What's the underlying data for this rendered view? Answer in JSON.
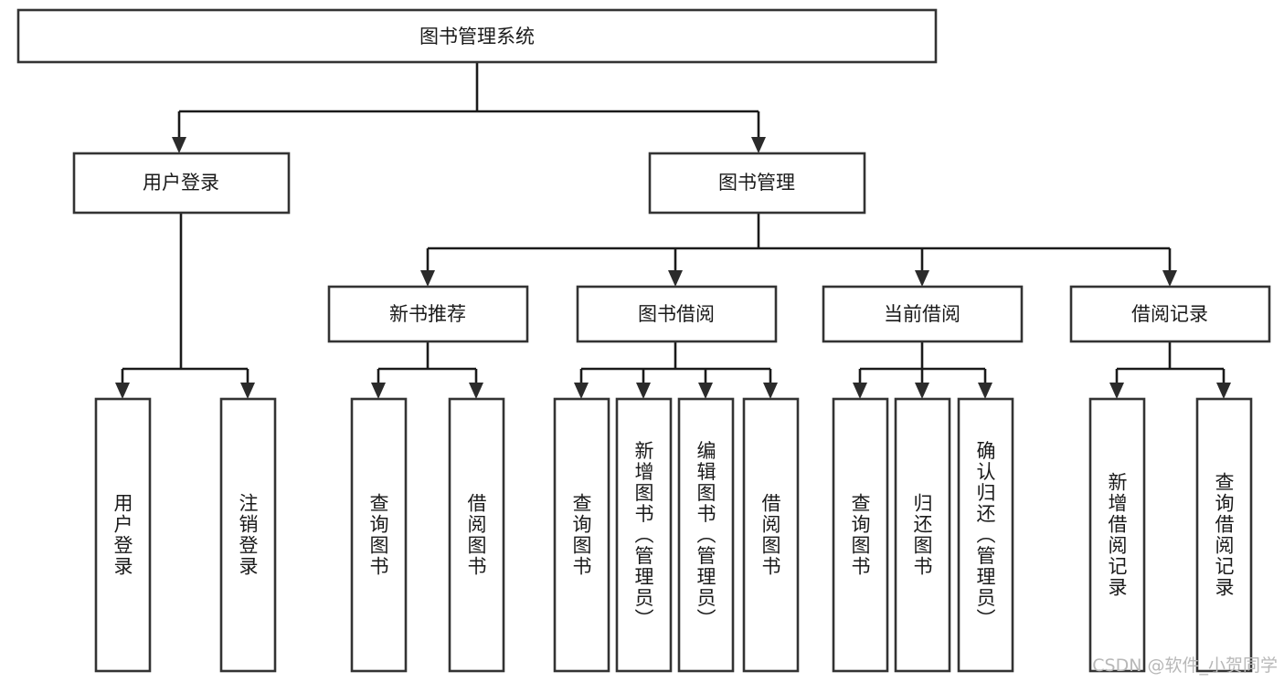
{
  "diagram": {
    "type": "tree-hierarchy-chart",
    "title": "图书管理系统",
    "orientation": "top-down",
    "colors": {
      "box_border": "#333333",
      "box_fill": "#ffffff",
      "connector": "#1a1a1a",
      "text": "#1a1a1a",
      "watermark": "#b8b8b8",
      "background": "#ffffff"
    },
    "root": {
      "label": "图书管理系统"
    },
    "level2": [
      {
        "id": "user-login",
        "label": "用户登录"
      },
      {
        "id": "book-management",
        "label": "图书管理"
      }
    ],
    "level3": [
      {
        "id": "new-book-recommend",
        "label": "新书推荐",
        "parent": "book-management"
      },
      {
        "id": "book-borrow",
        "label": "图书借阅",
        "parent": "book-management"
      },
      {
        "id": "current-borrow",
        "label": "当前借阅",
        "parent": "book-management"
      },
      {
        "id": "borrow-record",
        "label": "借阅记录",
        "parent": "book-management"
      }
    ],
    "leaves": {
      "user-login": [
        {
          "id": "leaf-user-login",
          "label": "用户登录"
        },
        {
          "id": "leaf-user-logout",
          "label": "注销登录"
        }
      ],
      "new-book-recommend": [
        {
          "id": "leaf-query-book-1",
          "label": "查询图书"
        },
        {
          "id": "leaf-borrow-book-1",
          "label": "借阅图书"
        }
      ],
      "book-borrow": [
        {
          "id": "leaf-query-book-2",
          "label": "查询图书"
        },
        {
          "id": "leaf-add-book",
          "label": "新增图书（管理员）"
        },
        {
          "id": "leaf-edit-book",
          "label": "编辑图书（管理员）"
        },
        {
          "id": "leaf-borrow-book-2",
          "label": "借阅图书"
        }
      ],
      "current-borrow": [
        {
          "id": "leaf-query-book-3",
          "label": "查询图书"
        },
        {
          "id": "leaf-return-book",
          "label": "归还图书"
        },
        {
          "id": "leaf-confirm-return",
          "label": "确认归还（管理员）"
        }
      ],
      "borrow-record": [
        {
          "id": "leaf-add-record",
          "label": "新增借阅记录"
        },
        {
          "id": "leaf-query-record",
          "label": "查询借阅记录"
        }
      ]
    }
  },
  "watermark": {
    "text": "CSDN @软件_小贺同学"
  }
}
